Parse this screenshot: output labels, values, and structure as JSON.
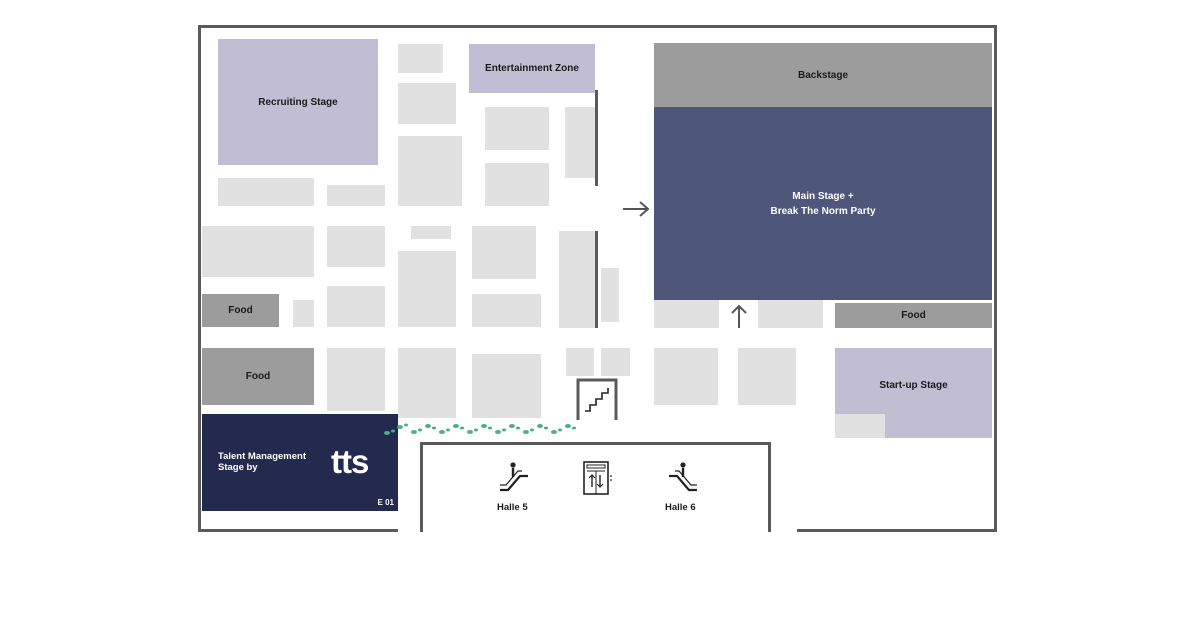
{
  "zones": {
    "recruiting_stage": "Recruiting Stage",
    "entertainment_zone": "Entertainment Zone",
    "backstage": "Backstage",
    "main_stage_line1": "Main Stage +",
    "main_stage_line2": "Break The Norm Party",
    "food_left_upper": "Food",
    "food_left_lower": "Food",
    "food_right": "Food",
    "startup_stage": "Start-up Stage",
    "talent_line1": "Talent Management",
    "talent_line2": "Stage by",
    "talent_logo": "tts",
    "talent_booth_code": "E 01"
  },
  "halls": {
    "halle5": "Halle 5",
    "halle6": "Halle 6"
  },
  "icons": {
    "escalator": "escalator-icon",
    "elevator": "elevator-icon",
    "stairs": "stairs-icon",
    "arrow_right": "arrow-right-icon",
    "arrow_up": "arrow-up-icon",
    "footsteps": "footsteps-icon"
  },
  "colors": {
    "lavender_zone": "#c1bed4",
    "grey_zone": "#9c9c9c",
    "main_stage": "#4e5679",
    "talent_stage": "#232a4e",
    "booth": "#e1e1e1",
    "wall": "#5a5a5a",
    "footsteps": "#4fae86"
  }
}
